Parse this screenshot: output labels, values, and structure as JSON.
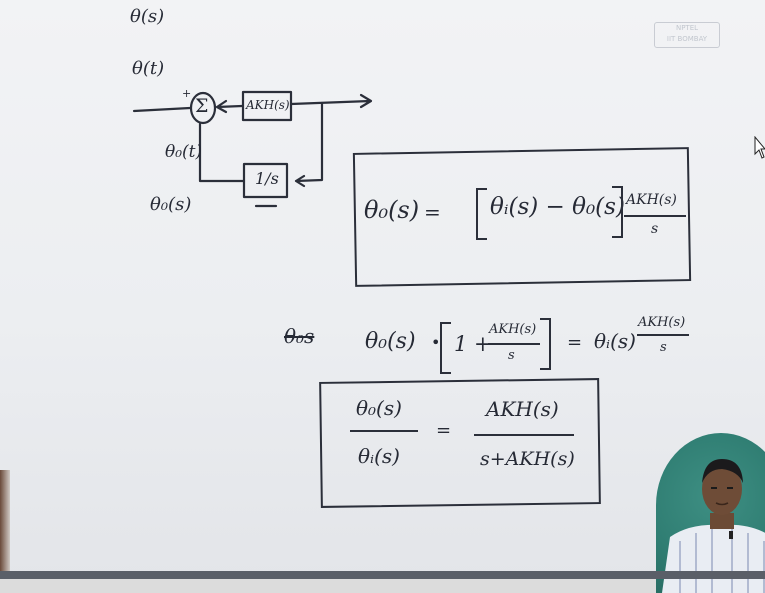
{
  "video": {
    "logo_line1": "NPTEL",
    "logo_line2": "IIT BOMBAY"
  },
  "diagram": {
    "inputs": [
      "θ(s)",
      "θ(t)"
    ],
    "summer_symbol": "Σ",
    "plus_sign": "+",
    "forward_block": "AKH(s)",
    "feedback_block": "1/s",
    "outputs": [
      "θ₀(t)",
      "θ₀(s)"
    ]
  },
  "equation1": {
    "lhs": "θ₀(s)",
    "equals": "=",
    "bracket_content": "θᵢ(s) − θ₀(s)",
    "frac_num": "AKH(s)",
    "frac_den": "s"
  },
  "equation2": {
    "prefix": "θ₀s",
    "lhs": "θ₀(s)",
    "times": "•",
    "bracket_one": "1 +",
    "frac_num": "AKH(s)",
    "frac_den": "s",
    "equals": "=",
    "rhs": "θᵢ(s)",
    "rhs_frac_num": "AKH(s)",
    "rhs_frac_den": "s"
  },
  "equation3": {
    "lhs_num": "θ₀(s)",
    "lhs_den": "θᵢ(s)",
    "equals": "=",
    "rhs_num": "AKH(s)",
    "rhs_den": "s+AKH(s)"
  },
  "colors": {
    "board": "#eceef1",
    "ink": "#2b2f3a",
    "presenter_bg": "#2f7d72"
  }
}
